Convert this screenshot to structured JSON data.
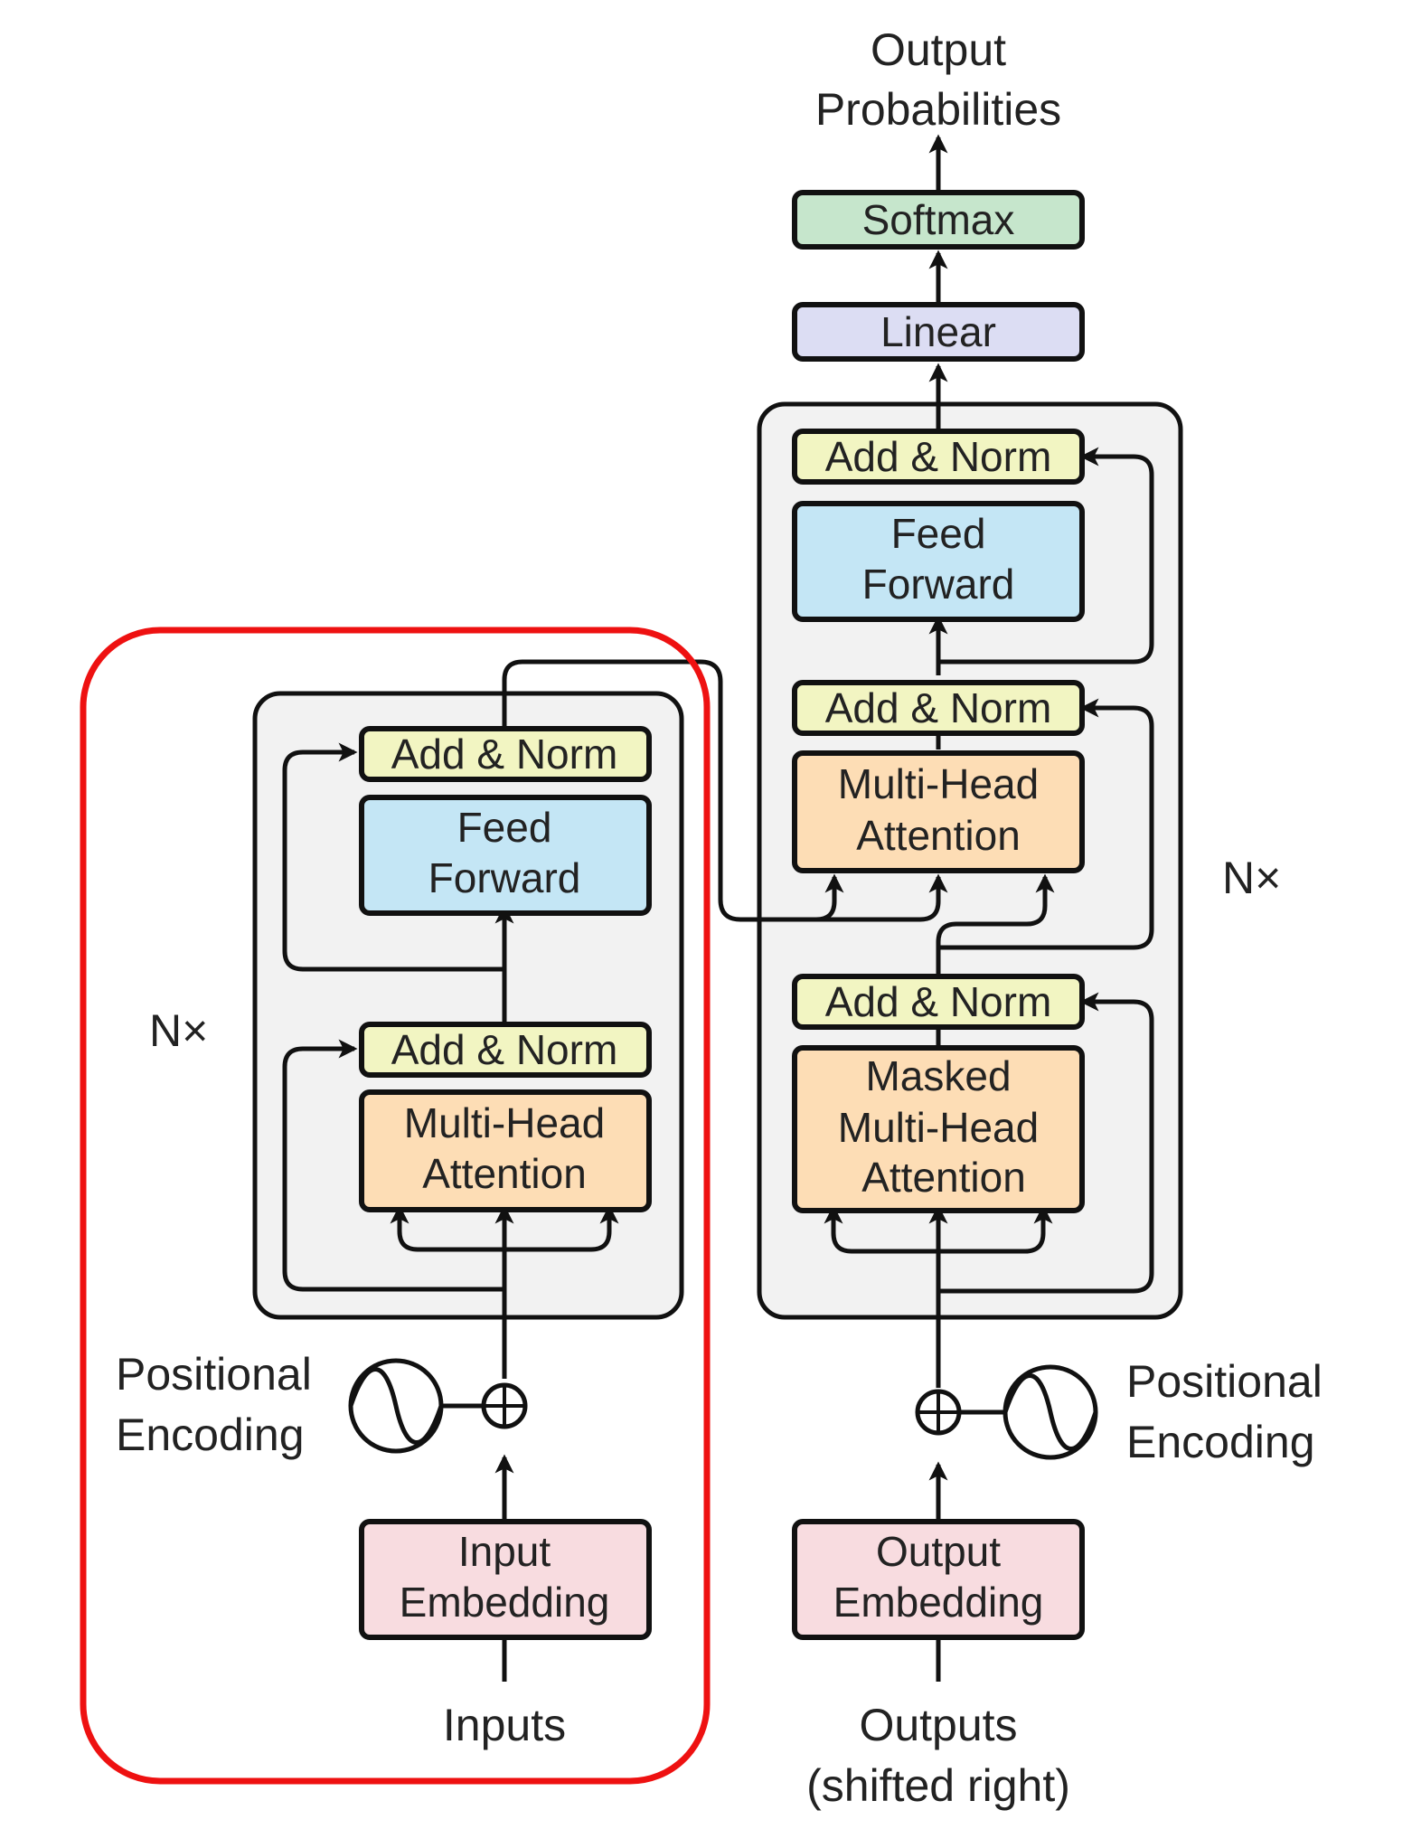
{
  "output": {
    "line1": "Output",
    "line2": "Probabilities"
  },
  "softmax": "Softmax",
  "linear": "Linear",
  "encoder": {
    "add_norm_top": "Add & Norm",
    "feed_forward": {
      "line1": "Feed",
      "line2": "Forward"
    },
    "add_norm_bottom": "Add & Norm",
    "attention": {
      "line1": "Multi-Head",
      "line2": "Attention"
    },
    "nx": "N×",
    "positional": {
      "line1": "Positional",
      "line2": "Encoding"
    },
    "embedding": {
      "line1": "Input",
      "line2": "Embedding"
    },
    "inputs": "Inputs"
  },
  "decoder": {
    "add_norm_3": "Add & Norm",
    "feed_forward": {
      "line1": "Feed",
      "line2": "Forward"
    },
    "add_norm_2": "Add & Norm",
    "cross_attention": {
      "line1": "Multi-Head",
      "line2": "Attention"
    },
    "add_norm_1": "Add & Norm",
    "masked_attention": {
      "line1": "Masked",
      "line2": "Multi-Head",
      "line3": "Attention"
    },
    "nx": "N×",
    "positional": {
      "line1": "Positional",
      "line2": "Encoding"
    },
    "embedding": {
      "line1": "Output",
      "line2": "Embedding"
    },
    "outputs": {
      "line1": "Outputs",
      "line2": "(shifted right)"
    }
  },
  "colors": {
    "add_norm": "#F2F5C2",
    "feed_forward": "#C4E6F5",
    "attention": "#FDDDB5",
    "embedding": "#F8DCE0",
    "linear": "#DCDDF3",
    "softmax": "#C6E6CC",
    "block_bg": "#F2F2F2",
    "highlight": "#EE1111"
  }
}
